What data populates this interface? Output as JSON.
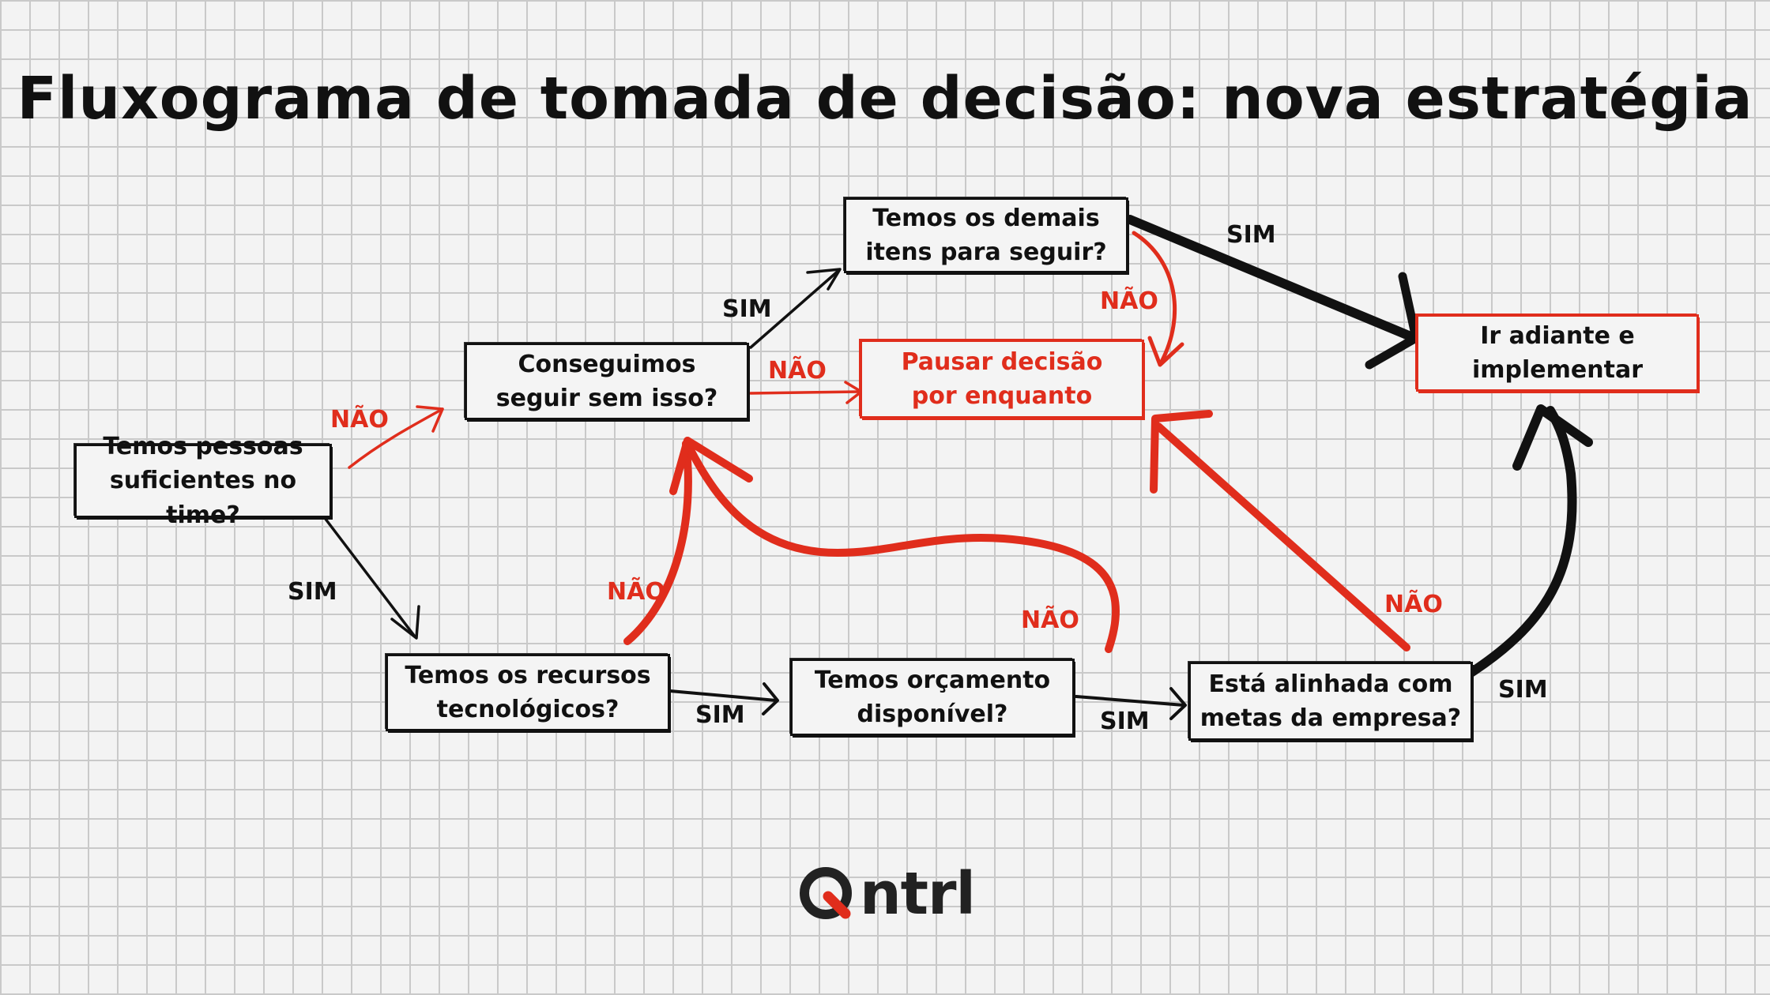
{
  "title": "Fluxograma de tomada de decisão: nova estratégia",
  "colors": {
    "black": "#111111",
    "red": "#e02d1c",
    "grid": "#c9c9c9"
  },
  "nodes": {
    "pessoas": "Temos pessoas\nsuficientes no time?",
    "conseguimos": "Conseguimos\nseguir sem isso?",
    "demais": "Temos os demais\nitens para seguir?",
    "pausar": "Pausar decisão\npor enquanto",
    "ir": "Ir adiante e\nimplementar",
    "recursos": "Temos os recursos\ntecnológicos?",
    "orcamento": "Temos orçamento\ndisponível?",
    "alinhada": "Está alinhada com\nmetas da empresa?"
  },
  "edge_labels": {
    "sim_demais_ir": "SIM",
    "nao_demais_pausar": "NÃO",
    "sim_conseguimos_demais": "SIM",
    "nao_conseguimos_pausar": "NÃO",
    "nao_pessoas_conseguimos": "NÃO",
    "sim_pessoas_recursos": "SIM",
    "nao_recursos_conseguimos": "NÃO",
    "nao_orcamento_conseguimos": "NÃO",
    "nao_alinhada_pausar": "NÃO",
    "sim_recursos_orcamento": "SIM",
    "sim_orcamento_alinhada": "SIM",
    "sim_alinhada_ir": "SIM"
  },
  "logo": {
    "text": "ntrl"
  }
}
